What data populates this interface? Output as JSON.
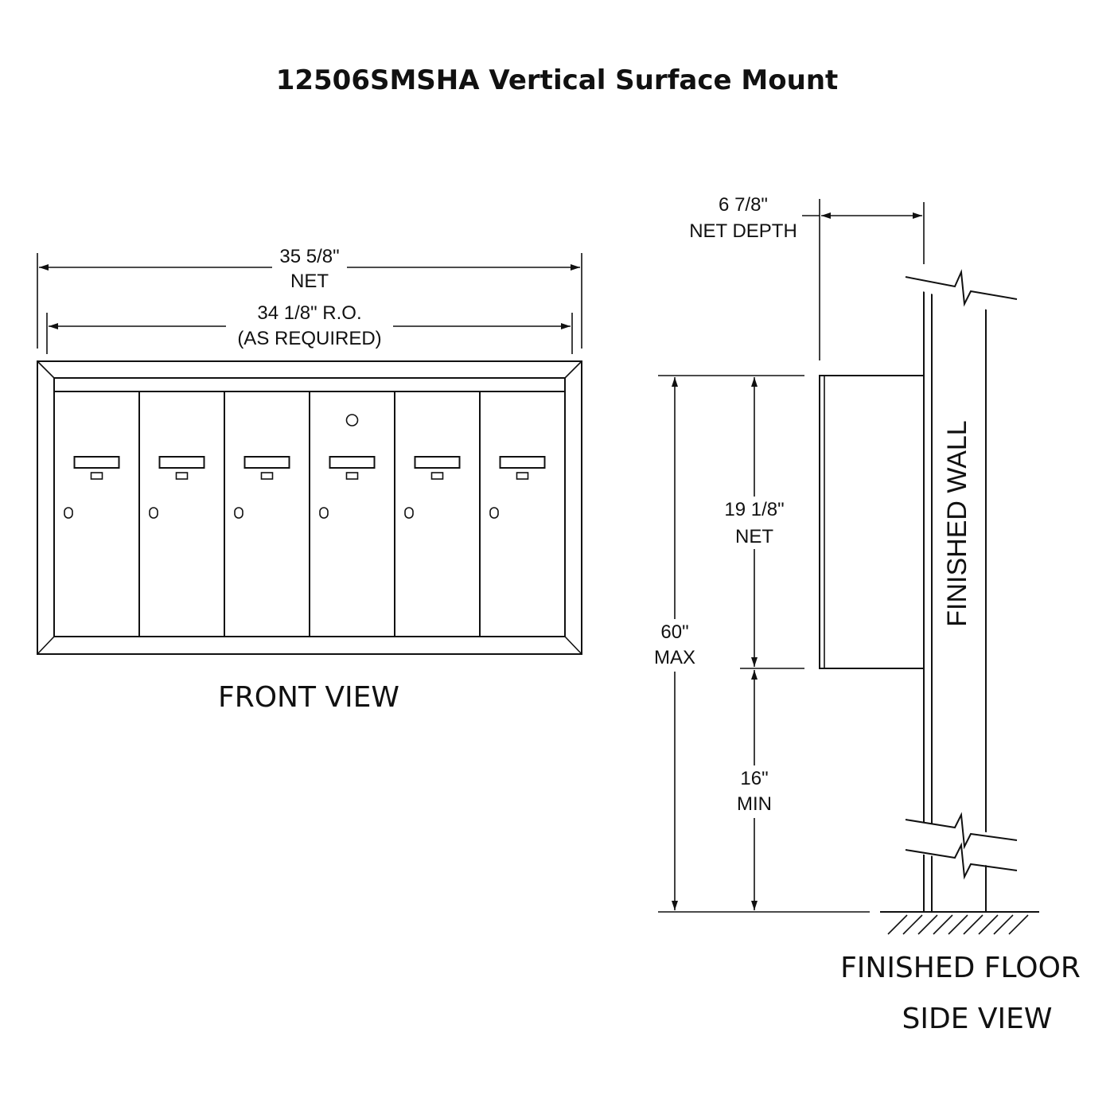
{
  "title": "12506SMSHA Vertical Surface Mount",
  "front_view": {
    "label": "FRONT VIEW",
    "net_width": {
      "line1": "35 5/8\"",
      "line2": "NET"
    },
    "rough_opening": {
      "line1": "34 1/8\" R.O.",
      "line2": "(AS REQUIRED)"
    },
    "door_count": 6
  },
  "side_view": {
    "label": "SIDE VIEW",
    "net_depth": {
      "line1": "6 7/8\"",
      "line2": "NET DEPTH"
    },
    "net_height": {
      "line1": "19 1/8\"",
      "line2": "NET"
    },
    "max_height": {
      "line1": "60\"",
      "line2": "MAX"
    },
    "min_height": {
      "line1": "16\"",
      "line2": "MIN"
    },
    "wall_label": "FINISHED  WALL",
    "floor_label": "FINISHED FLOOR"
  }
}
